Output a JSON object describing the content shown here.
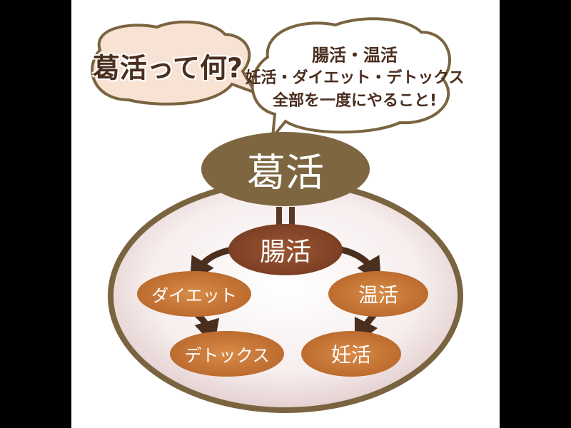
{
  "question_bubble": {
    "text": "葛活って何?"
  },
  "answer_bubble": {
    "lines": [
      "腸活・温活",
      "妊活・ダイエット・デトックス",
      "全部を一度にやること!"
    ]
  },
  "diagram": {
    "title": "葛活",
    "equals": "=",
    "center": "腸活",
    "nodes": {
      "diet": "ダイエット",
      "onkatsu": "温活",
      "detox": "デトックス",
      "ninkatsu": "妊活"
    }
  },
  "colors": {
    "brown": "#7a6440",
    "dark_brown": "#4a2e1e",
    "center_node": "#8b4a2b",
    "node": "#c87b3c",
    "question_fill": "#f8e2d3"
  }
}
